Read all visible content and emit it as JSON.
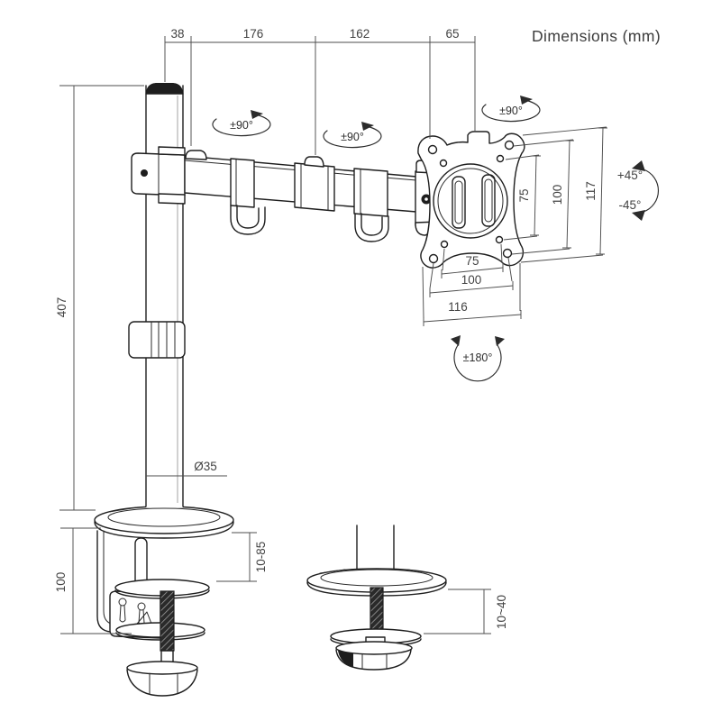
{
  "title": "Dimensions (mm)",
  "dims": {
    "top": [
      "38",
      "176",
      "162",
      "65"
    ],
    "pole_height": "407",
    "pole_diameter": "Ø35",
    "clamp_body_height": "100",
    "desk_thickness_clamp": "10-85",
    "desk_thickness_grommet": "10~40",
    "vesa_right": [
      "75",
      "100",
      "117"
    ],
    "vesa_bottom": [
      "75",
      "100",
      "116"
    ]
  },
  "rotations": {
    "arm_joint_1": "±90°",
    "arm_joint_2": "±90°",
    "vesa_swivel": "±90°",
    "tilt_up": "+45°",
    "tilt_down": "-45°",
    "plate_rotate": "±180°"
  },
  "colors": {
    "line": "#1e1e1e",
    "dimension": "#4d4d4d",
    "label": "#3c3c3c",
    "background": "#ffffff"
  }
}
